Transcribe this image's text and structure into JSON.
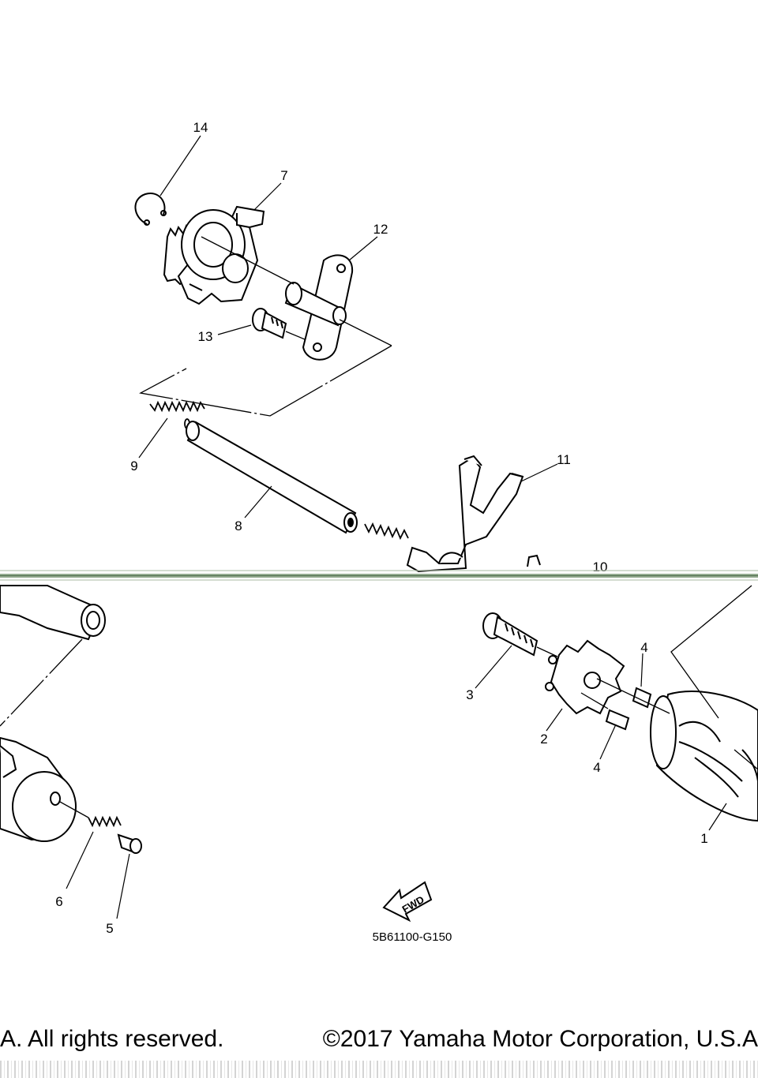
{
  "diagram": {
    "part_labels": [
      "14",
      "7",
      "12",
      "13",
      "9",
      "8",
      "11",
      "10",
      "4",
      "3",
      "2",
      "4",
      "1",
      "6",
      "5"
    ],
    "drawing_code": "5B61100-G150",
    "fwd_label": "FWD"
  },
  "footer": {
    "left_text": "A. All rights reserved.",
    "right_text": "©2017 Yamaha Motor Corporation, U.S.A"
  },
  "colors": {
    "line": "#000000",
    "scan_band": "#6f8f6a",
    "background": "#ffffff"
  }
}
